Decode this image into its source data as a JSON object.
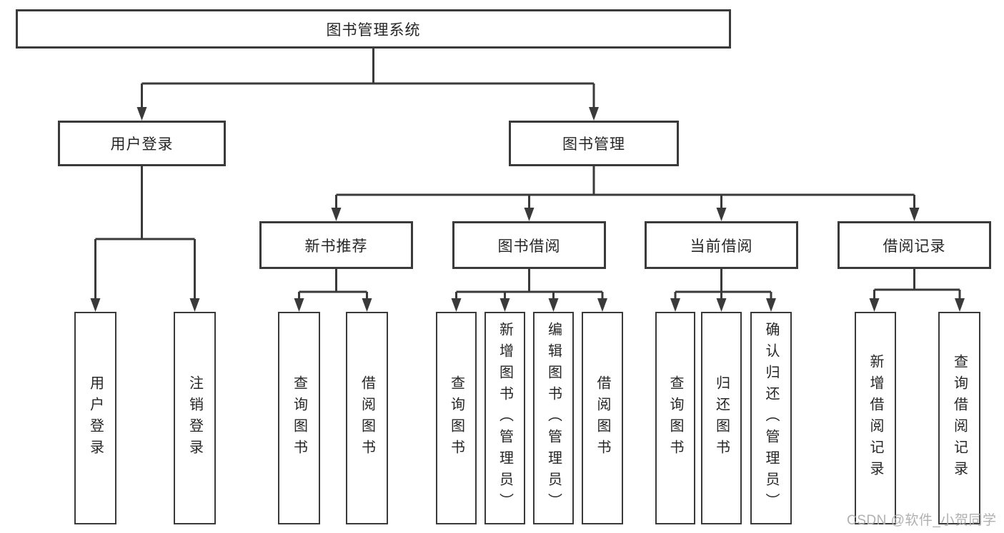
{
  "nodes": {
    "root": "图书管理系统",
    "user_login": "用户登录",
    "book_management": "图书管理",
    "leaf_user_login": "用户登录",
    "leaf_logout": "注销登录",
    "new_book_recommend": "新书推荐",
    "book_borrow": "图书借阅",
    "current_borrow": "当前借阅",
    "borrow_record": "借阅记录",
    "nbr_query_book": "查询图书",
    "nbr_borrow_book": "借阅图书",
    "bb_query_book": "查询图书",
    "bb_add_book": "新增图书（管理员）",
    "bb_edit_book": "编辑图书（管理员）",
    "bb_borrow_book": "借阅图书",
    "cb_query_book": "查询图书",
    "cb_return_book": "归还图书",
    "cb_confirm_return": "确认归还（管理员）",
    "br_add_record": "新增借阅记录",
    "br_query_record": "查询借阅记录"
  },
  "watermark": "CSDN @软件_小贺同学",
  "colors": {
    "line": "#3a3a3a",
    "box_border": "#3a3a3a",
    "text": "#262626",
    "watermark": "#b0b0b0",
    "background": "#ffffff"
  }
}
